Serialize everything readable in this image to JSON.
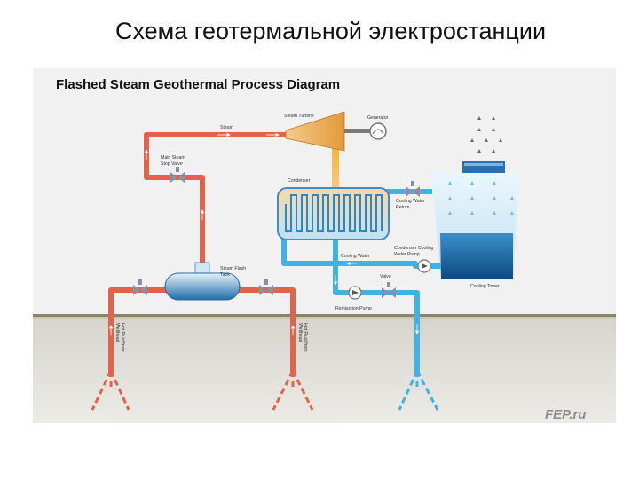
{
  "slide": {
    "title": "Схема геотермальной электростанции"
  },
  "diagram": {
    "title": "Flashed Steam Geothermal Process Diagram",
    "labels": {
      "steam": "Steam",
      "steam_turbine": "Steam Turbine",
      "generator": "Generator",
      "main_steam_stop_valve_1": "Main Steam",
      "main_steam_stop_valve_2": "Stop Valve",
      "condenser": "Condenser",
      "cooling_water_return_1": "Cooling Water",
      "cooling_water_return_2": "Return",
      "cooling_water": "Cooling Water",
      "condenser_pump_1": "Condenser Cooling",
      "condenser_pump_2": "Water Pump",
      "valve": "Valve",
      "flash_tank_1": "Steam Flash",
      "flash_tank_2": "Tank",
      "reinjection_pump": "Reinjection Pump",
      "cooling_tower": "Cooling Tower",
      "well_1a": "Hot Fluid from",
      "well_1b": "Wellhead",
      "well_2a": "Hot Fluid from",
      "well_2b": "Wellhead",
      "watermark": "FEP.ru"
    }
  },
  "colors": {
    "steam_pipe": "#e2634a",
    "water_pipe": "#3fb2e6",
    "ground": "#d9d8d1",
    "ground_line": "#8a8360"
  }
}
